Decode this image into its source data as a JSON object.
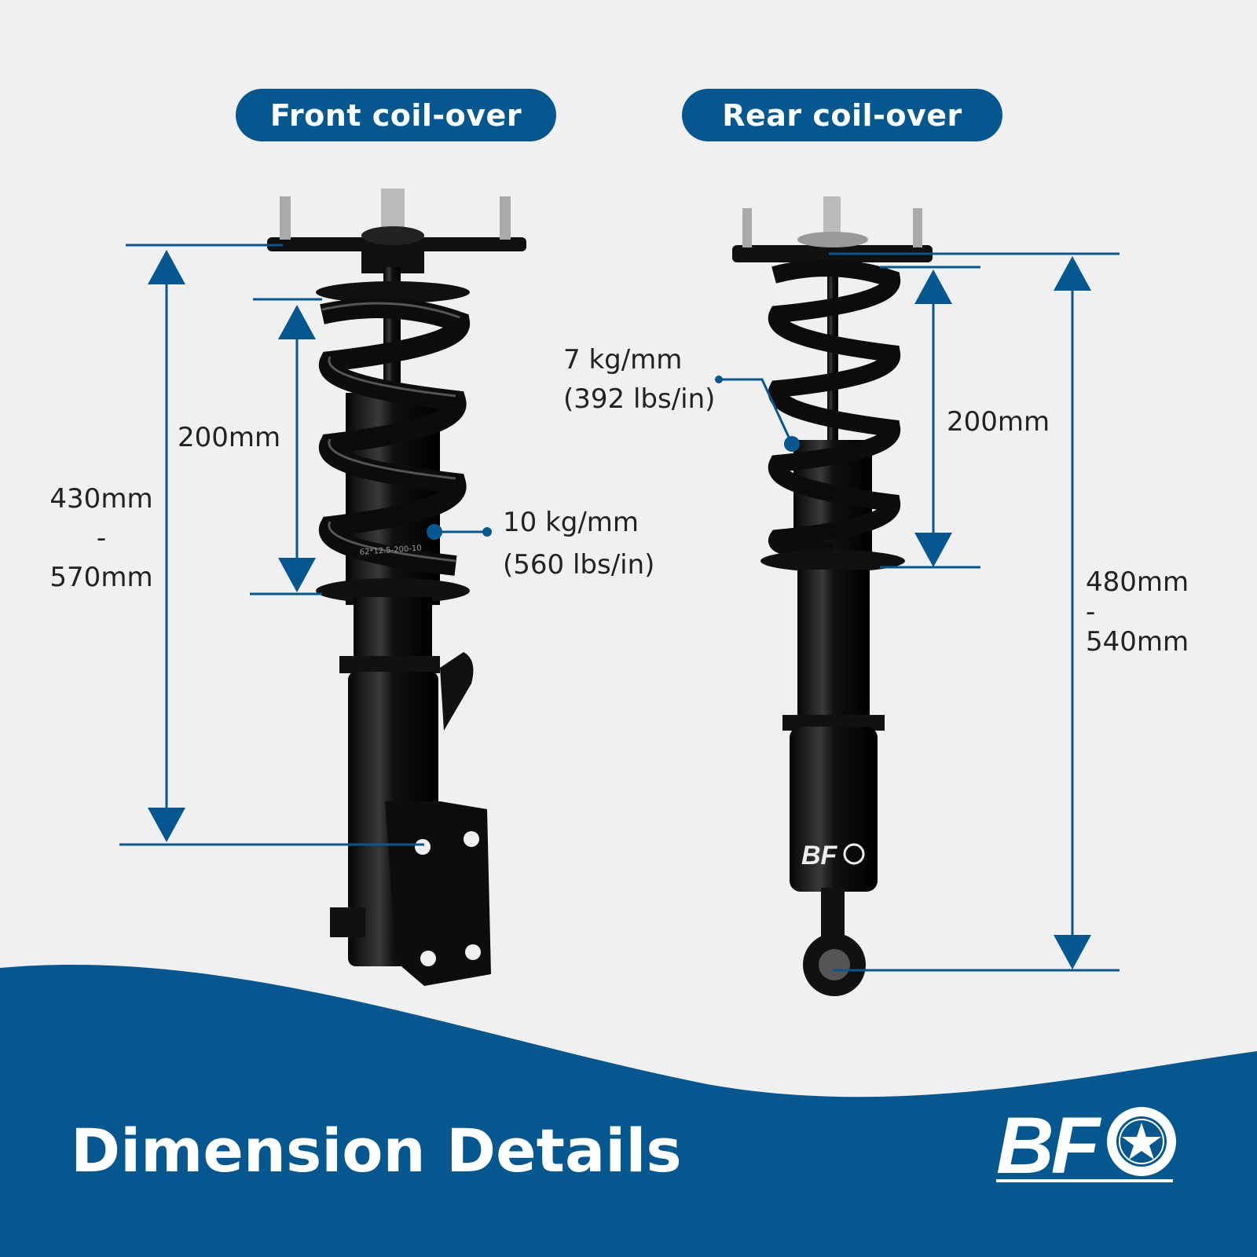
{
  "front": {
    "title": "Front coil-over",
    "total": [
      "430mm",
      "-",
      "570mm"
    ],
    "spring_length": "200mm",
    "spring_rate": [
      "10 kg/mm",
      "(560 lbs/in)"
    ],
    "spring_marking": "62*12.5-200-10"
  },
  "rear": {
    "title": "Rear coil-over",
    "total": [
      "480mm",
      "-",
      "540mm"
    ],
    "spring_length": "200mm",
    "spring_rate": [
      "7 kg/mm",
      "(392 lbs/in)"
    ],
    "brand_mark": "BF"
  },
  "footer": {
    "title": "Dimension Details",
    "logo": "BFO"
  },
  "colors": {
    "accent": "#05588f",
    "background": "#f0f0f0"
  }
}
